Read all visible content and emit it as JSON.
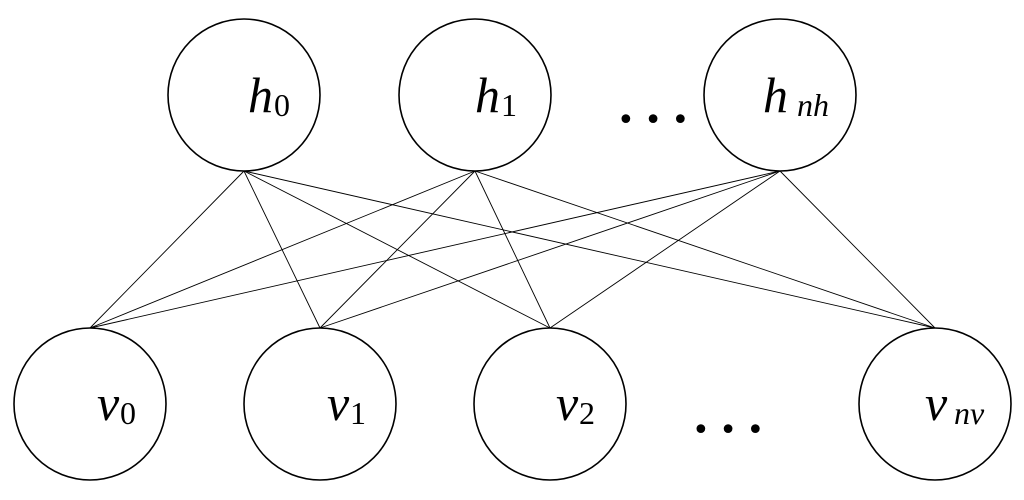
{
  "diagram": {
    "hidden_nodes": [
      {
        "id": "h0",
        "letter": "h",
        "sub": "0"
      },
      {
        "id": "h1",
        "letter": "h",
        "sub": "1"
      },
      {
        "id": "hnh",
        "letter": "h",
        "sub": "nh"
      }
    ],
    "visible_nodes": [
      {
        "id": "v0",
        "letter": "v",
        "sub": "0"
      },
      {
        "id": "v1",
        "letter": "v",
        "sub": "1"
      },
      {
        "id": "v2",
        "letter": "v",
        "sub": "2"
      },
      {
        "id": "vnv",
        "letter": "v",
        "sub": "nv"
      }
    ],
    "ellipsis": "• • •",
    "edges": [
      [
        "h0",
        "v0"
      ],
      [
        "h0",
        "v1"
      ],
      [
        "h0",
        "v2"
      ],
      [
        "h0",
        "vnv"
      ],
      [
        "h1",
        "v0"
      ],
      [
        "h1",
        "v1"
      ],
      [
        "h1",
        "v2"
      ],
      [
        "h1",
        "vnv"
      ],
      [
        "hnh",
        "v0"
      ],
      [
        "hnh",
        "v1"
      ],
      [
        "hnh",
        "v2"
      ],
      [
        "hnh",
        "vnv"
      ]
    ]
  }
}
